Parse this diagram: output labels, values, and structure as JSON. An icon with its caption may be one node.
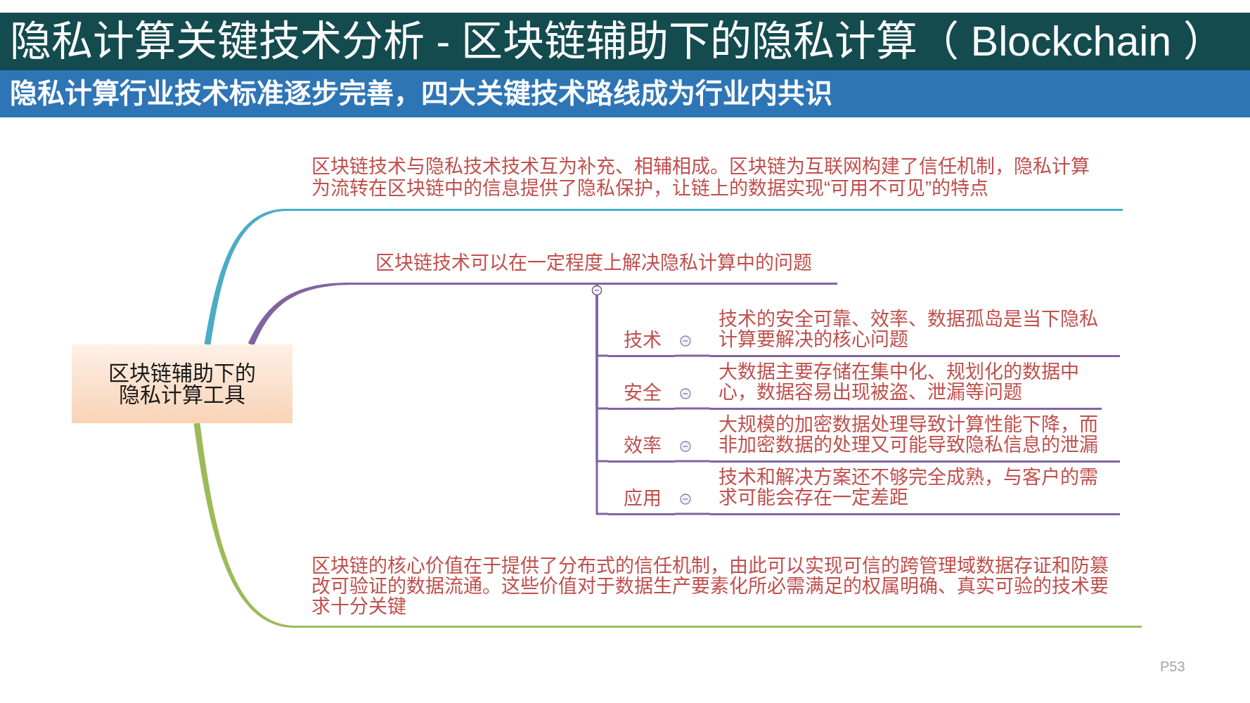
{
  "diagram": {
    "title": "隐私计算关键技术分析 - 区块链辅助下的隐私计算（ Blockchain ）",
    "nodes": [
      {
        "text": [
          "区块链辅助下的隐私计算工具"
        ]
      },
      {
        "text": [
          "区块链技术与隐私技术技术互为补充、相辅相成。区块链为互联网构建了信任机制，隐私计算为流转在区块链中的信息提供了隐私保护，让链上的数据实现“可用不可见”的特点"
        ]
      },
      {
        "text": [
          "区块链技术可以在一定程度上解决隐私计算中的问题"
        ]
      },
      {
        "text": [
          "技术"
        ]
      },
      {
        "text": [
          "技术的安全可靠、效率、数据孤岛是当下隐私计算要解决的核心问题"
        ]
      },
      {
        "text": [
          "安全"
        ]
      },
      {
        "text": [
          "大数据主要存储在集中化、规划化的数据中心，数据容易出现被盗、泄漏等问题"
        ]
      },
      {
        "text": [
          "效率"
        ]
      },
      {
        "text": [
          "大规模的加密数据处理导致计算性能下降，而非加密数据的处理又可能导致隐私信息的泄漏"
        ]
      },
      {
        "text": [
          "应用"
        ]
      },
      {
        "text": [
          "技术和解决方案还不够完全成熟，与客户的需求可能会存在一定差距"
        ]
      },
      {
        "text": [
          "区块链的核心价值在于提供了分布式的信任机制，由此可以实现可信的跨管理域数据存证和防篡改可验证的数据流通。这些价值对于数据生产要素化所必需满足的权属明确、真实可验的技术要求十分关键"
        ]
      }
    ],
    "edges": [
      {
        "from": 0,
        "to": 1,
        "arrow": "none",
        "style": "thick",
        "color": "#4bacc6"
      },
      {
        "from": 0,
        "to": 2,
        "arrow": "none",
        "style": "thick"
      },
      {
        "from": 0,
        "to": 11,
        "arrow": "none",
        "style": "thick",
        "color": "#9bbb59"
      },
      {
        "from": 2,
        "to": 3,
        "arrow": "other"
      },
      {
        "from": 3,
        "to": 4,
        "arrow": "none"
      },
      {
        "from": 2,
        "to": 5,
        "arrow": "other"
      },
      {
        "from": 5,
        "to": 6,
        "arrow": "none"
      },
      {
        "from": 2,
        "to": 7,
        "arrow": "other"
      },
      {
        "from": 7,
        "to": 8,
        "arrow": "none"
      },
      {
        "from": 2,
        "to": 9,
        "arrow": "other"
      },
      {
        "from": 9,
        "to": 10,
        "arrow": "none"
      }
    ],
    "labels": [
      "隐私计算行业技术标准逐步完善，四大关键技术路线成为行业内共识",
      "P53"
    ]
  }
}
